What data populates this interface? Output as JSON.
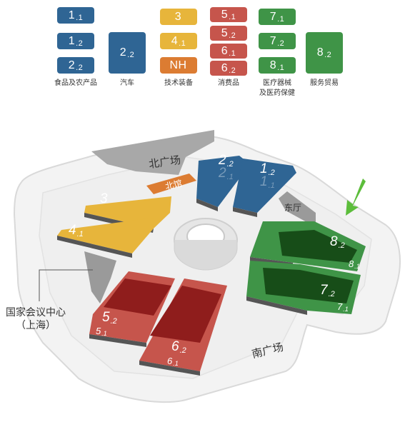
{
  "legend": {
    "food": {
      "caption": "食品及农产品",
      "chips": [
        {
          "main": "1",
          "sub": ".1"
        },
        {
          "main": "1",
          "sub": ".2"
        },
        {
          "main": "2",
          "sub": ".2"
        }
      ]
    },
    "auto": {
      "caption": "汽车",
      "chip": {
        "main": "2",
        "sub": ".2"
      }
    },
    "tech": {
      "caption": "技术装备",
      "chips": [
        {
          "main": "3",
          "sub": ""
        },
        {
          "main": "4",
          "sub": ".1"
        },
        {
          "main": "NH",
          "sub": ""
        }
      ]
    },
    "consumer": {
      "caption": "消费品",
      "chips": [
        {
          "main": "5",
          "sub": ".1"
        },
        {
          "main": "5",
          "sub": ".2"
        },
        {
          "main": "6",
          "sub": ".1"
        },
        {
          "main": "6",
          "sub": ".2"
        }
      ]
    },
    "medical": {
      "caption_line1": "医疗器械",
      "caption_line2": "及医药保健",
      "chips": [
        {
          "main": "7",
          "sub": ".1"
        },
        {
          "main": "7",
          "sub": ".2"
        },
        {
          "main": "8",
          "sub": ".1"
        }
      ]
    },
    "services": {
      "caption": "服务贸易",
      "chip": {
        "main": "8",
        "sub": ".2"
      }
    }
  },
  "colors": {
    "blue": "#2f6594",
    "yellow": "#e7b53b",
    "orange": "#dc7c32",
    "red": "#c6554c",
    "green": "#3f9447",
    "arrow": "#5cbd3b"
  },
  "map": {
    "north_plaza": "北广场",
    "south_plaza": "南广场",
    "north_gate": "北馆",
    "east_gate": "东厅",
    "venue_line1": "国家会议中心",
    "venue_line2": "（上海）",
    "halls": {
      "h2_2": {
        "main": "2",
        "sub": ".2"
      },
      "h2_1": {
        "main": "2",
        "sub": ".1"
      },
      "h1_2": {
        "main": "1",
        "sub": ".2"
      },
      "h1_1": {
        "main": "1",
        "sub": ".1"
      },
      "h3": {
        "main": "3",
        "sub": ""
      },
      "h4_1": {
        "main": "4",
        "sub": ".1"
      },
      "h5_2": {
        "main": "5",
        "sub": ".2"
      },
      "h5_1": {
        "main": "5",
        "sub": ".1"
      },
      "h6_2": {
        "main": "6",
        "sub": ".2"
      },
      "h6_1": {
        "main": "6",
        "sub": ".1"
      },
      "h8_2": {
        "main": "8",
        "sub": ".2"
      },
      "h8_1": {
        "main": "8",
        "sub": ".1"
      },
      "h7_2": {
        "main": "7",
        "sub": ".2"
      },
      "h7_1": {
        "main": "7",
        "sub": ".1"
      }
    }
  }
}
